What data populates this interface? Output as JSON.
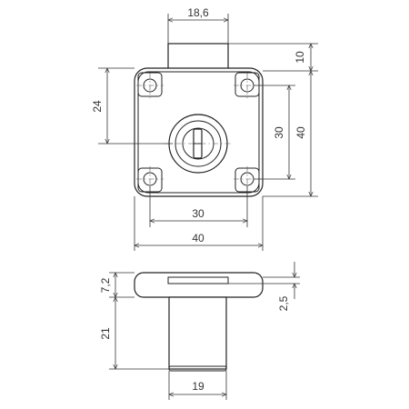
{
  "drawing": {
    "top_view": {
      "dimensions": {
        "cylinder_width": "18,6",
        "cylinder_height": "10",
        "hole_offset_vertical": "24",
        "hole_spacing_vertical": "30",
        "body_height": "40",
        "hole_spacing_horizontal": "30",
        "body_width": "40"
      }
    },
    "side_view": {
      "dimensions": {
        "flange_thickness": "7,2",
        "slot_depth": "2,5",
        "cylinder_length": "21",
        "cylinder_diameter": "19"
      }
    },
    "line_color": "#222222"
  }
}
